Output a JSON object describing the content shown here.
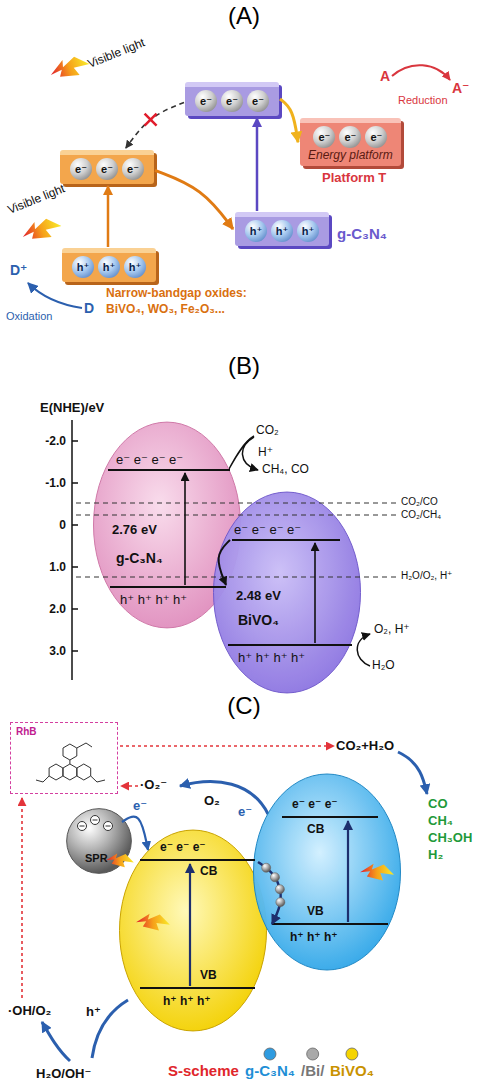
{
  "diagram": {
    "nodes": [
      {
        "text": [
          "e⁻",
          "e⁻",
          "e⁻",
          "Energy platform",
          "Platform T"
        ]
      },
      {
        "text": [
          "e⁻",
          "e⁻",
          "e⁻"
        ]
      },
      {
        "text": [
          "h⁺",
          "h⁺",
          "h⁺",
          "g-C₃N₄"
        ]
      },
      {
        "text": [
          "e⁻",
          "e⁻",
          "e⁻"
        ]
      },
      {
        "text": [
          "h⁺",
          "h⁺",
          "h⁺",
          "Narrow-bandgap oxides:",
          "BiVO₄, WO₃, Fe₂O₃..."
        ]
      },
      {
        "text": [
          "e⁻ e⁻ e⁻ e⁻",
          "2.76 eV",
          "g-C₃N₄",
          "h⁺ h⁺ h⁺ h⁺"
        ]
      },
      {
        "text": [
          "e⁻ e⁻ e⁻ e⁻",
          "2.48 eV",
          "BiVO₄",
          "h⁺ h⁺ h⁺ h⁺"
        ]
      },
      {
        "text": [
          "RhB"
        ]
      },
      {
        "text": [
          "SPR"
        ]
      },
      {
        "text": [
          "e⁻ e⁻ e⁻",
          "CB",
          "VB",
          "h⁺ h⁺ h⁺"
        ]
      },
      {
        "text": [
          "e⁻ e⁻ e⁻",
          "CB",
          "VB",
          "h⁺ h⁺ h⁺"
        ]
      }
    ],
    "edges": [
      {
        "from": 1,
        "to": 0,
        "arrow": "to"
      },
      {
        "from": 2,
        "to": 1,
        "arrow": "to"
      },
      {
        "from": 4,
        "to": 3,
        "arrow": "to"
      },
      {
        "from": 3,
        "to": 2,
        "arrow": "to"
      },
      {
        "from": 1,
        "to": 3,
        "arrow": "to"
      },
      {
        "from": 6,
        "to": 5,
        "arrow": "to"
      },
      {
        "from": 8,
        "to": 9,
        "label": "e⁻",
        "arrow": "to"
      },
      {
        "from": 9,
        "to": 10,
        "arrow": "to"
      }
    ],
    "labels": [
      "(A)",
      "Visible light",
      "A",
      "Reduction",
      "A⁻",
      "Visible light",
      "D⁺",
      "Oxidation",
      "D",
      "(B)",
      "E(NHE)/eV",
      "-2.0",
      "-1.0",
      "0",
      "1.0",
      "2.0",
      "3.0",
      "CO₂",
      "H⁺",
      "CH₄, CO",
      "CO₂/CO",
      "CO₂/CH₄",
      "H₂O/O₂, H⁺",
      "O₂, H⁺",
      "H₂O",
      "(C)",
      "·O₂⁻",
      "O₂",
      "e⁻",
      "CO₂+H₂O",
      "CO",
      "CH₄",
      "CH₃OH",
      "H₂",
      "·OH/O₂",
      "h⁺",
      "H₂O/OH⁻",
      "S-scheme",
      "g-C₃N₄",
      "/Bi/",
      "BiVO₄"
    ]
  }
}
